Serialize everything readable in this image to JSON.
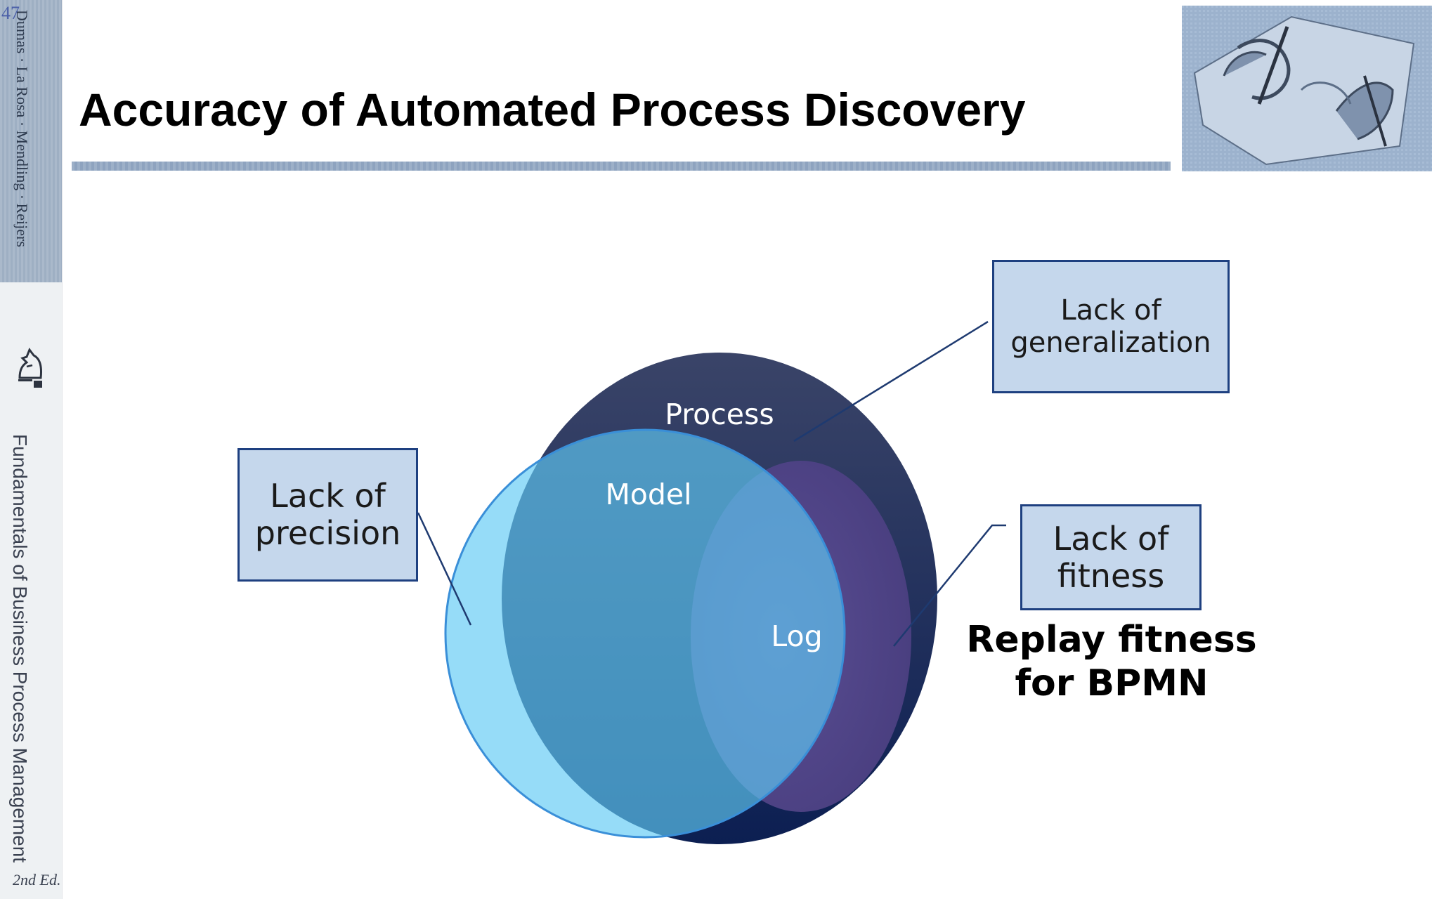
{
  "page_number": "47",
  "spine": {
    "authors": "Dumas · La Rosa · Mendling · Reijers",
    "title": "Fundamentals of Business Process Management",
    "edition": "2nd Ed."
  },
  "slide": {
    "title": "Accuracy of Automated Process Discovery"
  },
  "diagram": {
    "sets": {
      "process": "Process",
      "model": "Model",
      "log": "Log"
    },
    "callouts": {
      "generalization": "Lack of\ngeneralization",
      "precision": "Lack of\nprecision",
      "fitness": "Lack of\nfitness"
    },
    "note": "Replay fitness\nfor BPMN"
  },
  "colors": {
    "process": "#1b2a5a",
    "model": "#5fc3f0",
    "log": "#5a4a90",
    "callout_fill": "#c5d7ec",
    "callout_border": "#1e4080",
    "connector": "#1e3a70"
  },
  "icons": {
    "spine_logo": "knight-chess-piece-icon",
    "corner_image": "drawing-hands-image"
  }
}
